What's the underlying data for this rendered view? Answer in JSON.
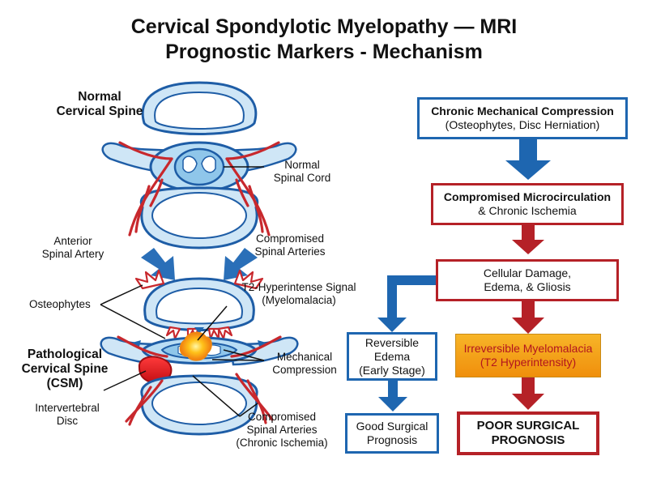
{
  "title": {
    "line1": "Cervical Spondylotic Myelopathy — MRI",
    "line2": "Prognostic Markers - Mechanism"
  },
  "labels": {
    "normal_spine": [
      "Normal",
      "Cervical Spine"
    ],
    "normal_cord": [
      "Normal",
      "Spinal Cord"
    ],
    "anterior_artery": [
      "Anterior",
      "Spinal Artery"
    ],
    "compromised_arteries_top": [
      "Compromised",
      "Spinal Arteries"
    ],
    "osteophytes": "Osteophytes",
    "t2_signal": [
      "T2-Hyperintense Signal",
      "(Myelomalacia)"
    ],
    "pathological_spine": [
      "Pathological",
      "Cervical Spine",
      "(CSM)"
    ],
    "mechanical_compression": [
      "Mechanical",
      "Compression"
    ],
    "intervertebral_disc": [
      "Intervertebral",
      "Disc"
    ],
    "compromised_arteries_bottom": [
      "Compromised",
      "Spinal Arteries",
      "(Chronic Ischemia)"
    ]
  },
  "flow": {
    "chronic": {
      "title": "Chronic Mechanical Compression",
      "subtitle": "(Osteophytes, Disc Herniation)"
    },
    "microcirculation": {
      "title": "Compromised Microcirculation",
      "subtitle": "& Chronic Ischemia"
    },
    "cellular": {
      "line1": "Cellular Damage,",
      "line2": "Edema, & Gliosis"
    },
    "reversible": {
      "line1": "Reversible",
      "line2": "Edema",
      "line3": "(Early Stage)"
    },
    "irreversible": {
      "line1": "Irreversible Myelomalacia",
      "line2": "(T2 Hyperintensity)"
    },
    "good": {
      "line1": "Good Surgical",
      "line2": "Prognosis"
    },
    "poor": {
      "line1": "POOR SURGICAL",
      "line2": "PROGNOSIS"
    }
  },
  "colors": {
    "blue": "#1e66b0",
    "red": "#b52127",
    "orange": "#f5a01a",
    "light_blue": "#cfe6f6",
    "cord_blue": "#8fc6ea"
  }
}
